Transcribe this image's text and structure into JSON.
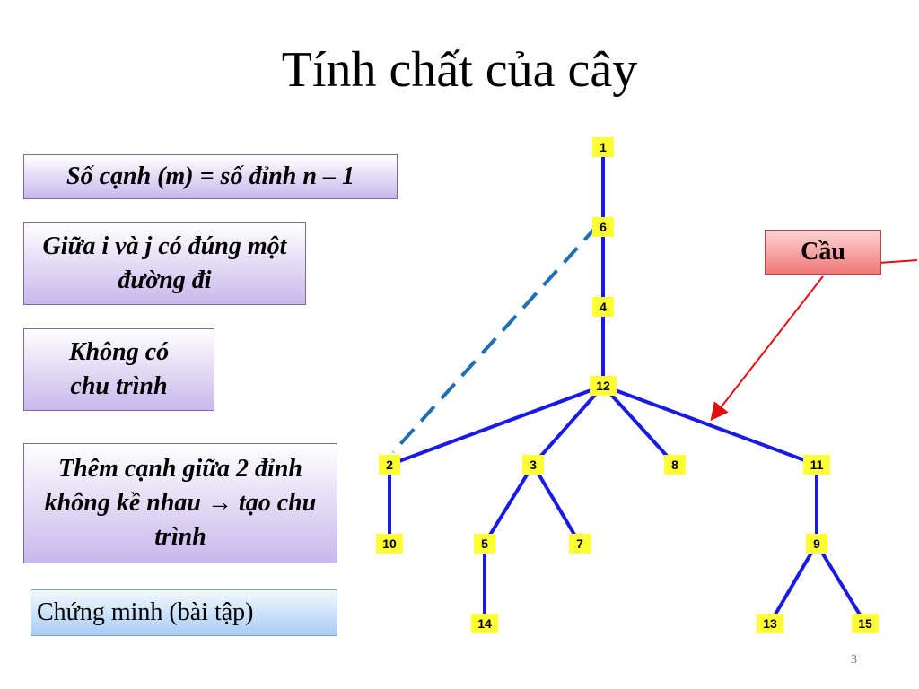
{
  "title": "Tính chất của cây",
  "boxes": [
    {
      "text": "Số cạnh (m) = số đỉnh n – 1"
    },
    {
      "text": "Giữa i và j có đúng một đường đi"
    },
    {
      "text": "Không có chu trình"
    },
    {
      "text": "Thêm cạnh giữa 2 đỉnh không kề nhau → tạo chu trình"
    },
    {
      "text": "Chứng minh (bài tập)"
    }
  ],
  "bridge_label": "Cầu",
  "page_number": "3",
  "tree": {
    "nodes": [
      "1",
      "6",
      "4",
      "12",
      "2",
      "3",
      "8",
      "11",
      "10",
      "5",
      "7",
      "9",
      "14",
      "13",
      "15"
    ],
    "edges": [
      [
        "1",
        "6"
      ],
      [
        "6",
        "4"
      ],
      [
        "4",
        "12"
      ],
      [
        "12",
        "2"
      ],
      [
        "12",
        "3"
      ],
      [
        "12",
        "8"
      ],
      [
        "12",
        "11"
      ],
      [
        "2",
        "10"
      ],
      [
        "3",
        "5"
      ],
      [
        "3",
        "7"
      ],
      [
        "5",
        "14"
      ],
      [
        "11",
        "9"
      ],
      [
        "9",
        "13"
      ],
      [
        "9",
        "15"
      ]
    ],
    "added_edge": [
      "6",
      "2"
    ],
    "bridge_edge": [
      "12",
      "11"
    ],
    "colors": {
      "edge": "#1a1ae6",
      "added_edge": "#1f6fb5",
      "node_fill": "#ffff33",
      "arrow": "#e01010"
    }
  }
}
